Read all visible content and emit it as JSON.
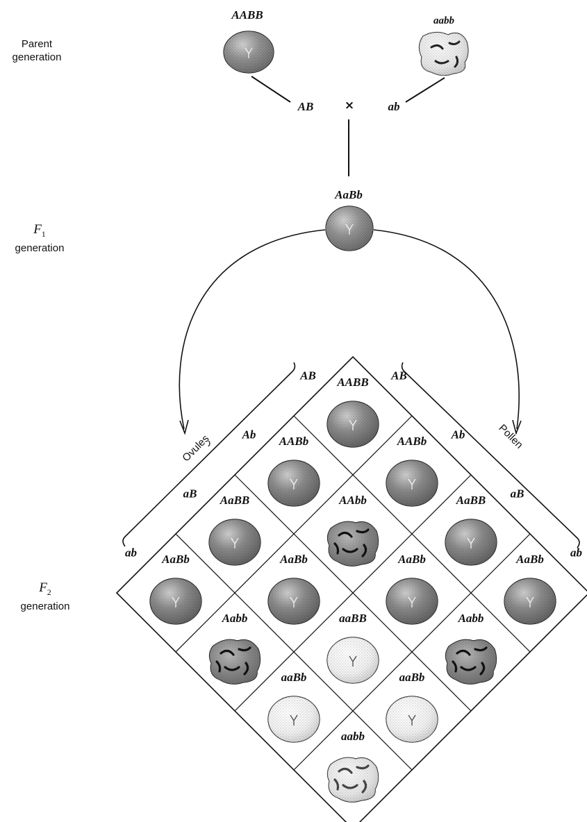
{
  "labels": {
    "parent_line1": "Parent",
    "parent_line2": "generation",
    "f1_symbol": "F",
    "f1_sub": "1",
    "f1_word": "generation",
    "f2_symbol": "F",
    "f2_sub": "2",
    "f2_word": "generation"
  },
  "cross": {
    "parent_left_genotype": "AABB",
    "parent_right_genotype": "aabb",
    "gamete_left": "AB",
    "gamete_right": "ab",
    "times_sign": "×",
    "f1_genotype": "AaBb"
  },
  "square": {
    "ovules_label": "Ovules",
    "pollen_label": "Pollen",
    "ovule_gametes": [
      "AB",
      "Ab",
      "aB",
      "ab"
    ],
    "pollen_gametes": [
      "AB",
      "Ab",
      "aB",
      "ab"
    ],
    "cells": [
      [
        "AABB",
        "AABb",
        "AaBB",
        "AaBb"
      ],
      [
        "AABb",
        "AAbb",
        "AaBb",
        "Aabb"
      ],
      [
        "AaBB",
        "AaBb",
        "aaBB",
        "aaBb"
      ],
      [
        "AaBb",
        "Aabb",
        "aaBb",
        "aabb"
      ]
    ]
  },
  "colors": {
    "ink": "#111111",
    "seed_dark": "#3a3a3a",
    "seed_light": "#e6e6e6"
  }
}
